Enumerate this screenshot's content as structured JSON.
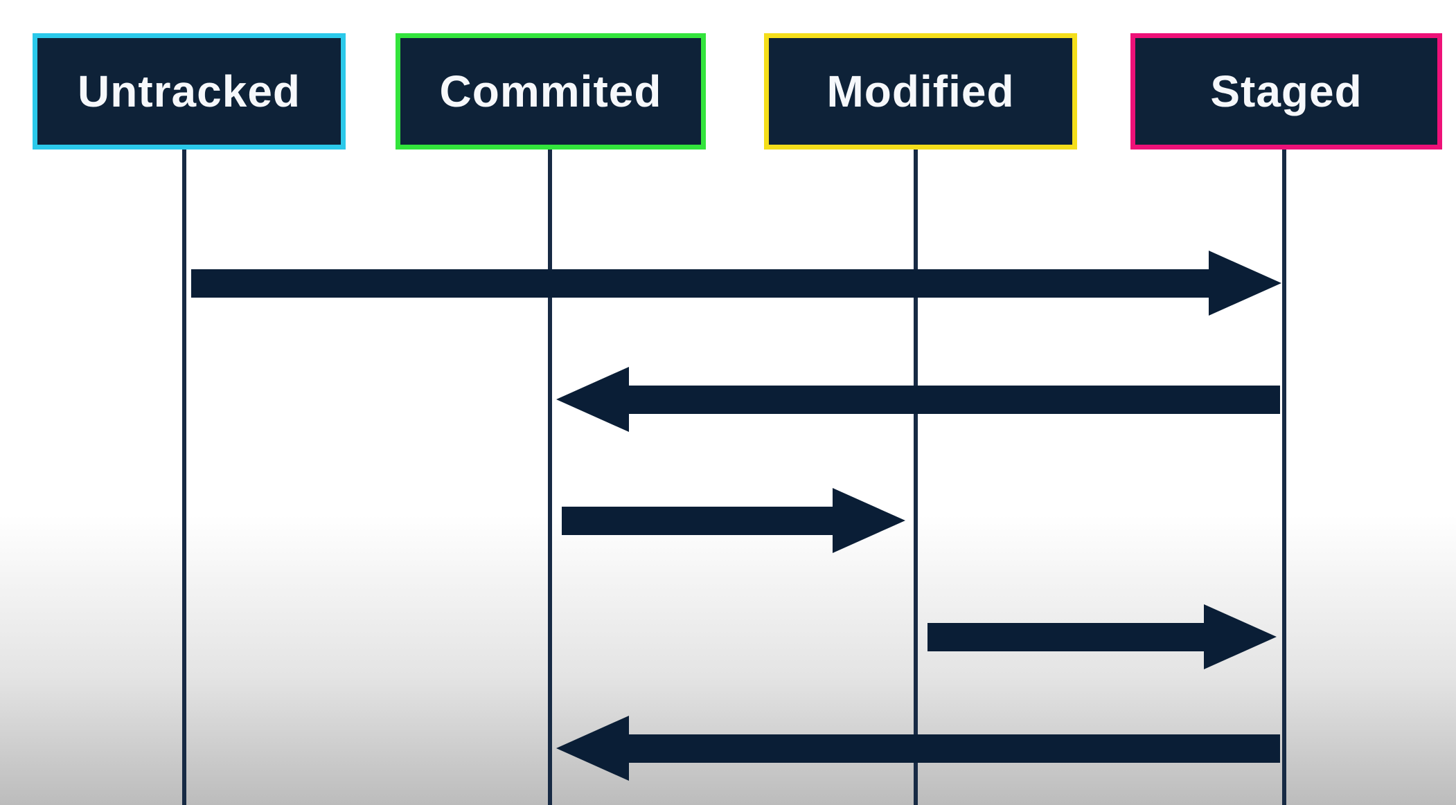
{
  "diagram": {
    "kind": "sequence-diagram of git file states",
    "states": [
      {
        "id": "untracked",
        "label": "Untracked",
        "border_color": "#2bc9ea"
      },
      {
        "id": "commited",
        "label": "Commited",
        "border_color": "#33e43c"
      },
      {
        "id": "modified",
        "label": "Modified",
        "border_color": "#f4de1b"
      },
      {
        "id": "staged",
        "label": "Staged",
        "border_color": "#ee1178"
      }
    ],
    "transitions": [
      {
        "row": 1,
        "from": "Untracked",
        "to": "Staged",
        "direction": "right"
      },
      {
        "row": 2,
        "from": "Staged",
        "to": "Commited",
        "direction": "left"
      },
      {
        "row": 3,
        "from": "Commited",
        "to": "Modified",
        "direction": "right"
      },
      {
        "row": 4,
        "from": "Modified",
        "to": "Staged",
        "direction": "right"
      },
      {
        "row": 5,
        "from": "Staged",
        "to": "Commited",
        "direction": "left"
      }
    ],
    "colors": {
      "box_fill": "#0e2238",
      "label_text": "#f6f8fb",
      "arrow": "#0a1e36",
      "lifeline": "#172a44",
      "background_top": "#ffffff",
      "background_bottom": "#bcbcbc"
    }
  }
}
